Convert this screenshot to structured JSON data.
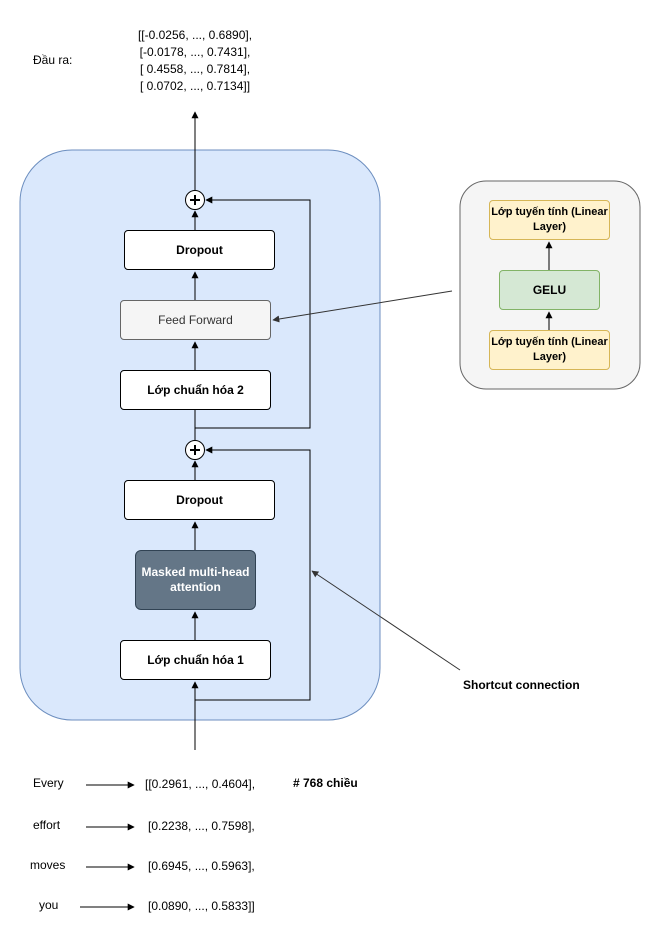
{
  "output": {
    "label": "Đầu ra:",
    "lines": [
      "[[-0.0256, ..., 0.6890],",
      "[-0.0178, ..., 0.7431],",
      "[ 0.4558, ..., 0.7814],",
      "[ 0.0702, ..., 0.7134]]"
    ]
  },
  "block": {
    "dropout_top": "Dropout",
    "feed_forward": "Feed Forward",
    "norm2": "Lớp chuẩn hóa 2",
    "dropout_bottom": "Dropout",
    "attention": "Masked multi-head attention",
    "norm1": "Lớp chuẩn hóa 1"
  },
  "ff_detail": {
    "linear_top": "Lớp tuyến tính (Linear Layer)",
    "gelu": "GELU",
    "linear_bottom": "Lớp tuyến tính (Linear Layer)"
  },
  "shortcut_label": "Shortcut connection",
  "inputs": [
    {
      "token": "Every",
      "vector": "[[0.2961, ..., 0.4604],"
    },
    {
      "token": "effort",
      "vector": "[0.2238, ..., 0.7598],"
    },
    {
      "token": "moves",
      "vector": "[0.6945, ..., 0.5963],"
    },
    {
      "token": "you",
      "vector": "[0.0890, ..., 0.5833]]"
    }
  ],
  "dims_note": "# 768 chiều",
  "colors": {
    "block_fill": "#dae8fc",
    "block_stroke": "#6c8ebf",
    "attention_fill": "#647687",
    "linear_fill": "#fff2cc",
    "gelu_fill": "#d5e8d4",
    "ff_fill": "#f5f5f5",
    "detail_fill": "#f5f5f5"
  }
}
